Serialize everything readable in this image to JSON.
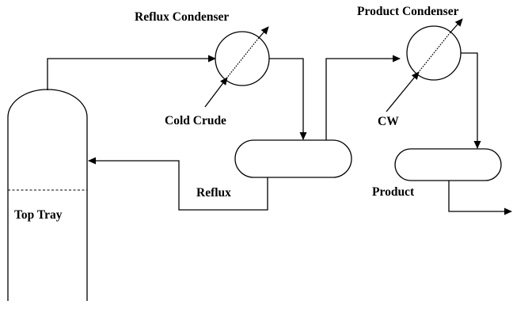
{
  "labels": {
    "reflux_condenser": "Reflux Condenser",
    "product_condenser": "Product Condenser",
    "cold_crude": "Cold Crude",
    "cw": "CW",
    "reflux": "Reflux",
    "product": "Product",
    "top_tray": "Top Tray"
  },
  "colors": {
    "stroke": "#000000",
    "background": "#ffffff"
  }
}
